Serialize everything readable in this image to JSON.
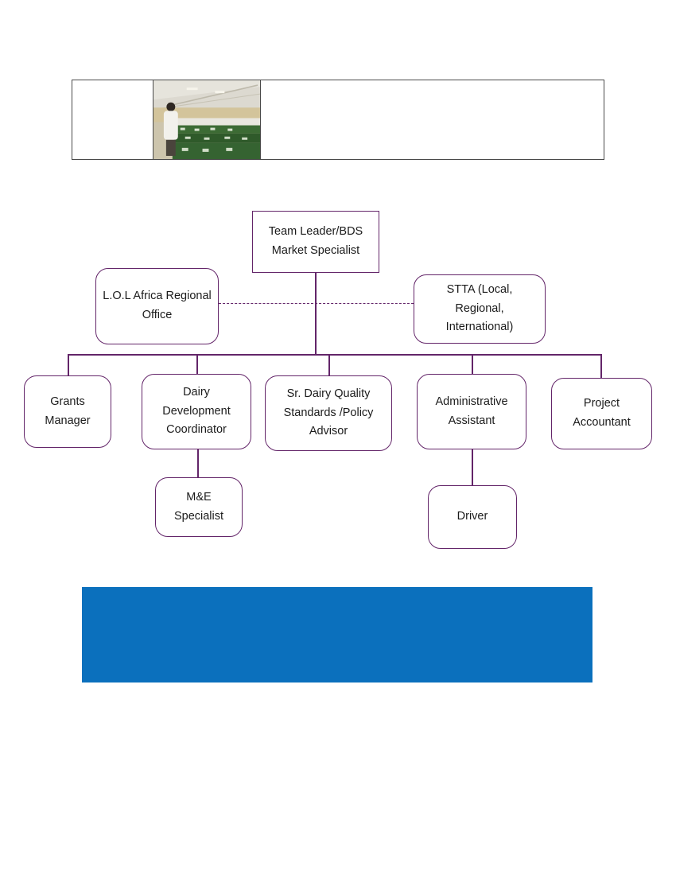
{
  "photo": {
    "description": "Man in a white coat standing beside rows of stacked green crates inside a warehouse"
  },
  "org_chart": {
    "border_color": "#632569",
    "connector_color": "#632569",
    "boxes": [
      {
        "id": "team-leader",
        "label": "Team Leader/BDS Market Specialist"
      },
      {
        "id": "lol-africa-regional-office",
        "label": "L.O.L Africa Regional Office"
      },
      {
        "id": "stta",
        "label": "STTA (Local, Regional, International)"
      },
      {
        "id": "grants-manager",
        "label": "Grants Manager"
      },
      {
        "id": "dairy-development-coordinator",
        "label": "Dairy Development Coordinator"
      },
      {
        "id": "sr-dairy-quality-advisor",
        "label": "Sr. Dairy Quality Standards /Policy Advisor"
      },
      {
        "id": "administrative-assistant",
        "label": "Administrative Assistant"
      },
      {
        "id": "project-accountant",
        "label": "Project Accountant"
      },
      {
        "id": "me-specialist",
        "label": "M&E Specialist"
      },
      {
        "id": "driver",
        "label": "Driver"
      }
    ]
  },
  "banner": {
    "color": "#0b70bd"
  }
}
